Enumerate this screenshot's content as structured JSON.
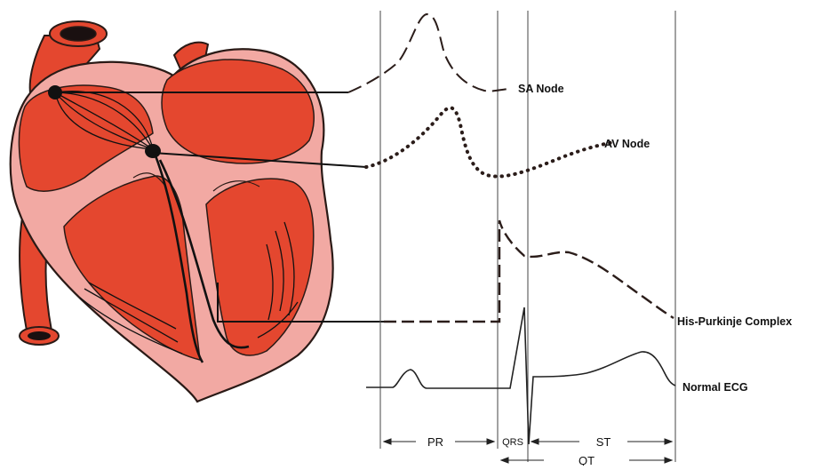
{
  "labels": {
    "sa_node": "SA Node",
    "av_node": "AV Node",
    "his_purkinje": "His-Purkinje Complex",
    "normal_ecg": "Normal ECG"
  },
  "intervals": {
    "pr": "PR",
    "qrs": "QRS",
    "st": "ST",
    "qt": "QT"
  },
  "colors": {
    "heart_muscle": "#e4472f",
    "heart_lining": "#f2a9a3",
    "heart_outline": "#2a1a16",
    "conduction_path": "#111111",
    "trace_dash": "#2b1d1a"
  }
}
